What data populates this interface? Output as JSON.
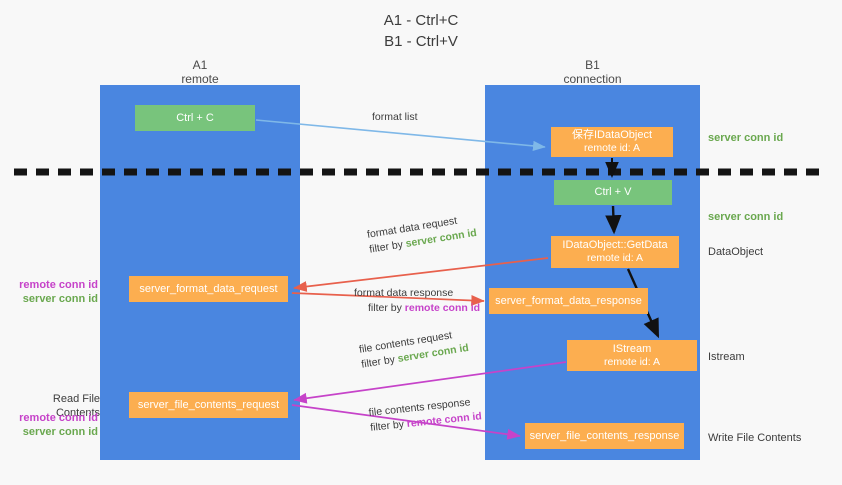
{
  "title": {
    "line1": "A1 - Ctrl+C",
    "line2": "B1 - Ctrl+V"
  },
  "lanes": [
    {
      "name": "A1",
      "sub": "remote"
    },
    {
      "name": "B1",
      "sub": "connection"
    }
  ],
  "boxes": {
    "ctrl_c": "Ctrl + C",
    "save_idataobject_l1": "保存IDataObject",
    "save_idataobject_l2": "remote id: A",
    "ctrl_v": "Ctrl + V",
    "getdata_l1": "IDataObject::GetData",
    "getdata_l2": "remote id: A",
    "istream_l1": "IStream",
    "istream_l2": "remote id: A",
    "server_format_data_request": "server_format_data_request",
    "server_format_data_response": "server_format_data_response",
    "server_file_contents_request": "server_file_contents_request",
    "server_file_contents_response": "server_file_contents_response"
  },
  "side_labels": {
    "server_conn_id_1": "server conn id",
    "server_conn_id_2": "server conn id",
    "data_object": "DataObject",
    "istream": "Istream",
    "write_file_contents": "Write File Contents",
    "read_file_contents": "Read File Contents",
    "remote_conn_id": "remote conn id",
    "server_conn_id": "server conn id"
  },
  "arrow_labels": {
    "format_list": "format list",
    "format_data_request": "format data request",
    "format_data_response": "format data response",
    "file_contents_request": "file contents request",
    "file_contents_response": "file contents response",
    "filter_by": "filter by",
    "server_conn_id": "server conn id",
    "remote_conn_id": "remote conn id"
  },
  "colors": {
    "lane": "#4a86e0",
    "green_box": "#78c47c",
    "orange_box": "#fcae50",
    "green_text": "#6aa84f",
    "purple_text": "#c643c9",
    "red_arrow": "#e8604c",
    "blue_arrow": "#7fb8e8",
    "magenta_arrow": "#c643c9",
    "black_arrow": "#000000",
    "background": "#f8f8f8"
  },
  "divider": {
    "style": "dashed",
    "color": "#1a1a1a"
  }
}
